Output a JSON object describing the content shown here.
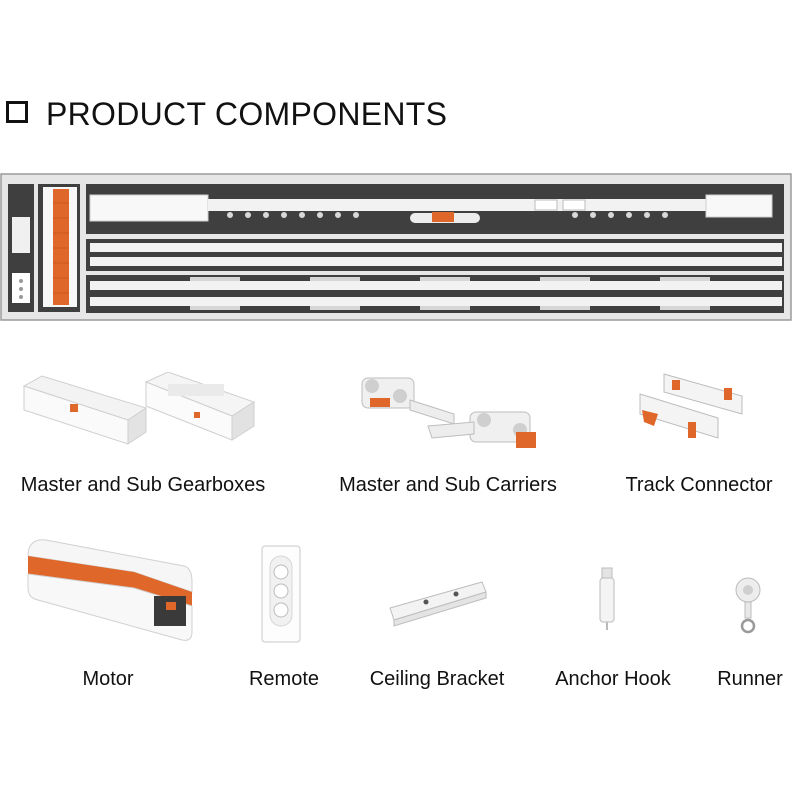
{
  "heading": {
    "title": "PRODUCT COMPONENTS",
    "bullet_icon": "hollow-square-icon"
  },
  "components": [
    {
      "id": "gearboxes",
      "label": "Master and Sub Gearboxes"
    },
    {
      "id": "carriers",
      "label": "Master and Sub Carriers"
    },
    {
      "id": "connector",
      "label": "Track Connector"
    },
    {
      "id": "motor",
      "label": "Motor"
    },
    {
      "id": "remote",
      "label": "Remote"
    },
    {
      "id": "bracket",
      "label": "Ceiling Bracket"
    },
    {
      "id": "anchor",
      "label": "Anchor Hook"
    },
    {
      "id": "runner",
      "label": "Runner"
    }
  ],
  "colors": {
    "accent_orange": "#e0672a",
    "housing_white": "#f4f4f4",
    "tray_dark": "#3f3f3f",
    "tray_frame": "#d9d9d9"
  }
}
